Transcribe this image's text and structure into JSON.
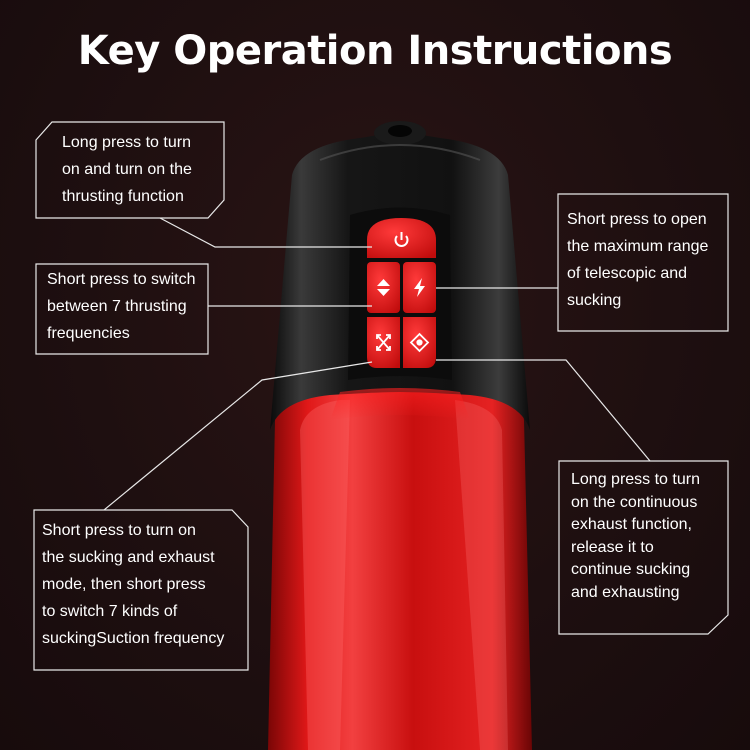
{
  "title": "Key Operation Instructions",
  "callouts": {
    "thrusting_power": [
      "Long press to turn",
      "on and turn on the",
      "thrusting function"
    ],
    "thrust_frequency": [
      "Short press to switch",
      "between 7 thrusting",
      "frequencies"
    ],
    "max_range": [
      "Short press to open",
      "the maximum range",
      "of telescopic and",
      "sucking"
    ],
    "suck_exhaust_mode": [
      "Short press to turn on",
      "the sucking and exhaust",
      "mode, then short press",
      "to switch 7 kinds of",
      "suckingSuction frequency"
    ],
    "continuous_exhaust": [
      "Long press to turn",
      "on the continuous",
      "exhaust function,",
      "release it to",
      "continue sucking",
      "and exhausting"
    ]
  },
  "buttons": {
    "power": "power-icon",
    "updown": "up-down-arrows-icon",
    "lightning": "lightning-icon",
    "cross": "cross-arrows-icon",
    "target": "target-icon"
  },
  "colors": {
    "accent_red": "#e01818",
    "body_black": "#141414",
    "line": "#e8e8e8"
  }
}
